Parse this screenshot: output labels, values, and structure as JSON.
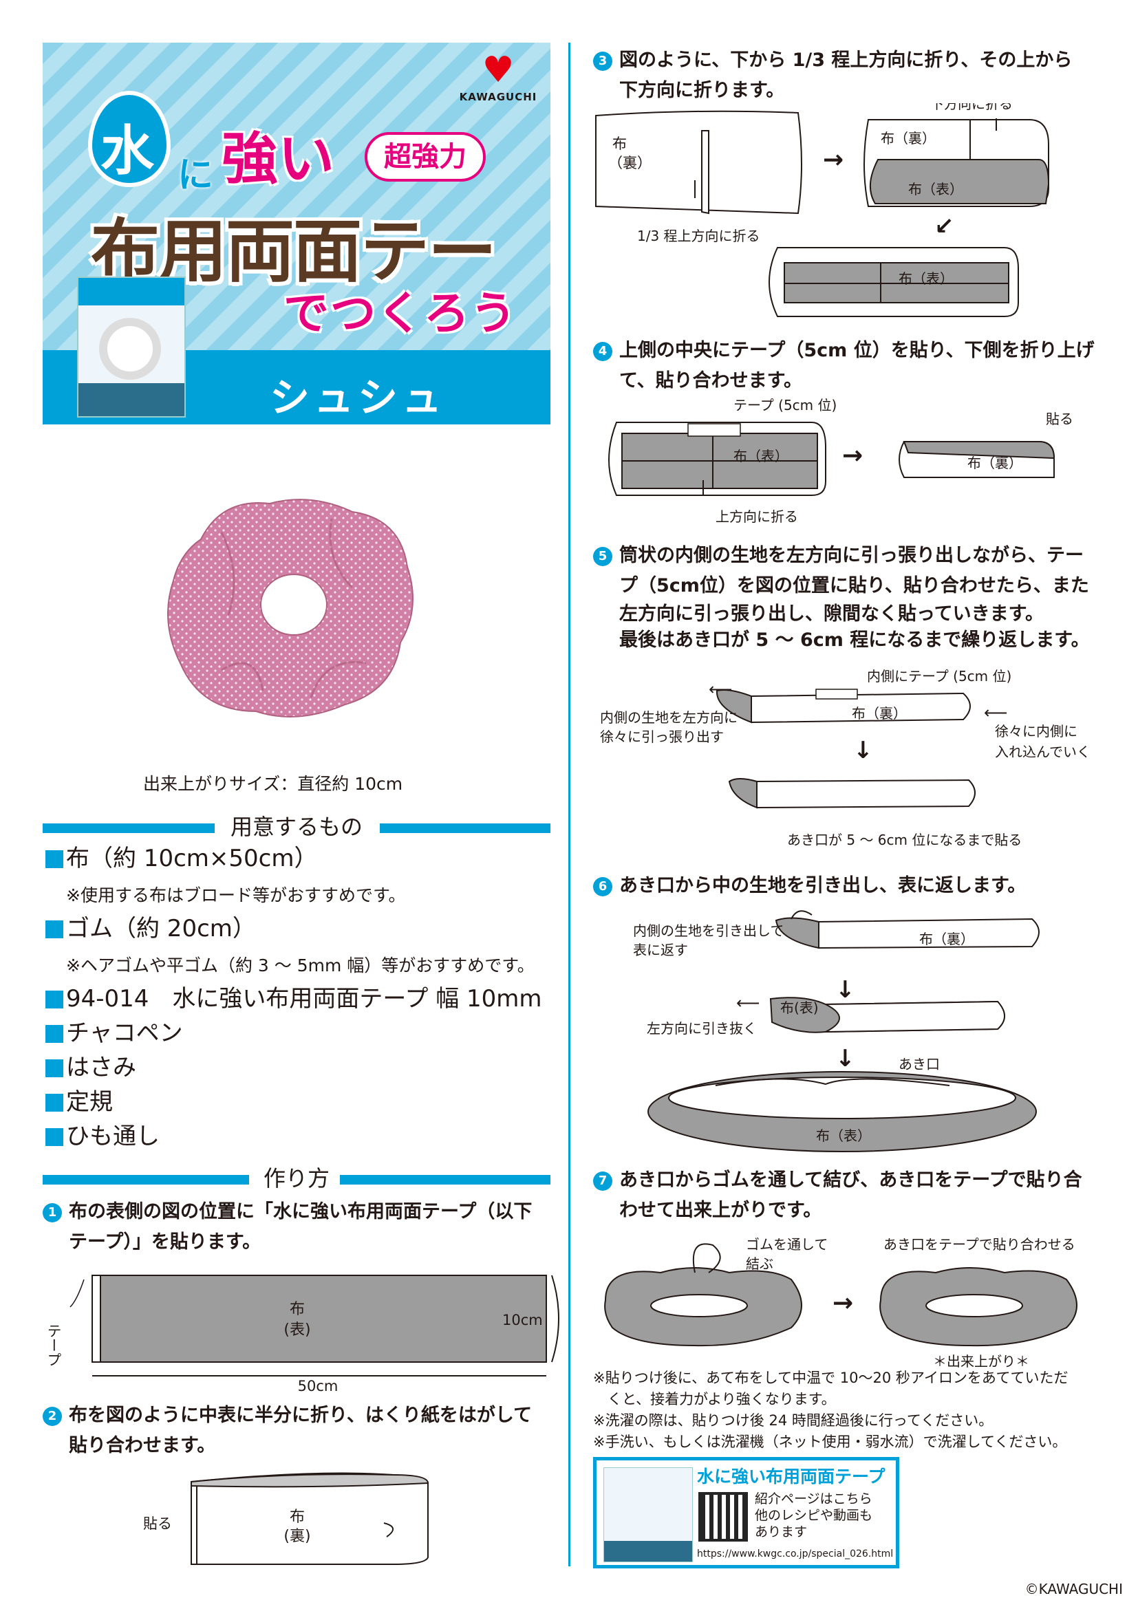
{
  "brand": {
    "name": "KAWAGUCHI"
  },
  "banner": {
    "mizu": "水",
    "ni": "に",
    "tsuyoi": "強い",
    "badge": "超強力",
    "product": "布用両面テープ。",
    "de_tsukurou": "でつくろう",
    "subtitle": "シュシュ"
  },
  "caption": "出来上がりサイズ：直径約 10cm",
  "materials_heading": "用意するもの",
  "materials": [
    {
      "label": "布（約 10cm×50cm）",
      "note": "※使用する布はブロード等がおすすめです。"
    },
    {
      "label": "ゴム（約 20cm）",
      "note": "※ヘアゴムや平ゴム（約 3 ～ 5mm 幅）等がおすすめです。"
    },
    {
      "label": "94-014　水に強い布用両面テープ 幅 10mm"
    },
    {
      "label": "チャコペン"
    },
    {
      "label": "はさみ"
    },
    {
      "label": "定規"
    },
    {
      "label": "ひも通し"
    }
  ],
  "method_heading": "作り方",
  "steps": [
    {
      "num": "1",
      "line1": "布の表側の図の位置に「水に強い布用両面テープ（以下",
      "line2": "テープ）」を貼ります。"
    },
    {
      "num": "2",
      "line1": "布を図のように中表に半分に折り、はくり紙をはがして",
      "line2": "貼り合わせます。"
    },
    {
      "num": "3",
      "line1": "図のように、下から 1/3 程上方向に折り、その上から",
      "line2": "下方向に折ります。"
    },
    {
      "num": "4",
      "line1": "上側の中央にテープ（5cm 位）を貼り、下側を折り上げ",
      "line2": "て、貼り合わせます。"
    },
    {
      "num": "5",
      "line1": "筒状の内側の生地を左方向に引っ張り出しながら、テー",
      "line2": "プ（5cm位）を図の位置に貼り、貼り合わせたら、また",
      "line3": "左方向に引っ張り出し、隙間なく貼っていきます。",
      "line4": "最後はあき口が 5 ～ 6cm 程になるまで繰り返します。"
    },
    {
      "num": "6",
      "line1": "あき口から中の生地を引き出し、表に返します。"
    },
    {
      "num": "7",
      "line1": "あき口からゴムを通して結び、あき口をテープで貼り合",
      "line2": "わせて出来上がりです。"
    }
  ],
  "diagrams": {
    "d1": {
      "tape": "テープ",
      "fabric": "布",
      "face": "(表)",
      "width": "10cm",
      "length": "50cm"
    },
    "d2": {
      "fabric": "布",
      "back": "(裏)",
      "stick": "貼る"
    },
    "d3": {
      "fabric": "布",
      "back": "（裏）",
      "fold_up": "1/3 程上方向に折る",
      "fold_down": "下方向に折る",
      "back2": "布（裏）",
      "face": "布（表）",
      "face2": "布（表）"
    },
    "d4": {
      "tape": "テープ (5cm 位)",
      "face": "布（表）",
      "fold_up": "上方向に折る",
      "stick": "貼る",
      "back": "布（裏）"
    },
    "d5": {
      "inner_tape": "内側にテープ (5cm 位)",
      "back": "布（裏）",
      "pull_left_1": "内側の生地を左方向に",
      "pull_left_2": "徐々に引っ張り出す",
      "in_1": "徐々に内側に",
      "in_2": "入れ込んでいく",
      "until": "あき口が 5 ～ 6cm 位になるまで貼る"
    },
    "d6": {
      "pull_1": "内側の生地を引き出して",
      "pull_2": "表に返す",
      "back": "布（裏）",
      "face": "布(表)",
      "left": "左方向に引き抜く",
      "opening": "あき口",
      "face2": "布（表）"
    },
    "d7": {
      "tie_1": "ゴムを通して",
      "tie_2": "結ぶ",
      "tape_close": "あき口をテープで貼り合わせる",
      "done": "＊出来上がり＊"
    }
  },
  "notes": [
    "※貼りつけ後に、あて布をして中温で 10～20 秒アイロンをあてていただ",
    "　くと、接着力がより強くなります。",
    "※洗濯の際は、貼りつけ後 24 時間経過後に行ってください。",
    "※手洗い、もしくは洗濯機（ネット使用・弱水流）で洗濯してください。"
  ],
  "promo": {
    "title": "水に強い布用両面テープ",
    "line1": "紹介ページはこちら",
    "line2": "他のレシピや動画も",
    "line3": "あります",
    "url": "https://www.kwgc.co.jp/special_026.html"
  },
  "copyright": "©KAWAGUCHI",
  "colors": {
    "accent": "#00a0d8",
    "pink": "#e6007e",
    "brown": "#5a3a22",
    "fabric": "#9d9d9d"
  }
}
